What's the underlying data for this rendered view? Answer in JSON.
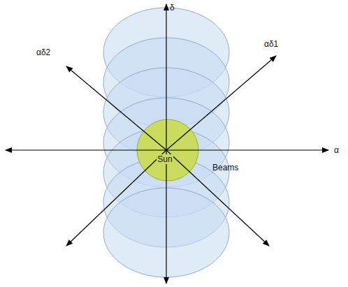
{
  "diagram": {
    "nodes": [
      {
        "text": [
          "Sun"
        ]
      }
    ],
    "labels": [
      "δ",
      "αδ1",
      "αδ2",
      "α",
      "Beams"
    ]
  }
}
